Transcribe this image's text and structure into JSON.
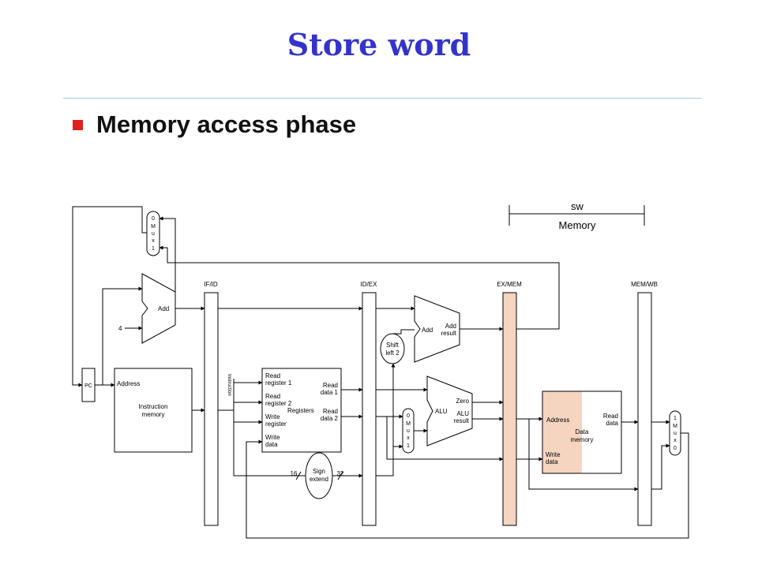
{
  "title": "Store word",
  "bullet": "Memory access phase",
  "colors": {
    "title": "#3333cc",
    "bullet": "#e0201a",
    "highlight": "#f5d5c0"
  },
  "stage_bracket": {
    "instruction": "sw",
    "stage": "Memory"
  },
  "pipeline_registers": [
    "IF/ID",
    "ID/EX",
    "EX/MEM",
    "MEM/WB"
  ],
  "pc": {
    "label": "PC"
  },
  "mux_if": {
    "top": "0",
    "m": "M",
    "u": "u",
    "x": "x",
    "bottom": "1"
  },
  "adder_if": {
    "label": "Add",
    "const": "4"
  },
  "instruction_memory": {
    "address": "Address",
    "name_line1": "Instruction",
    "name_line2": "memory",
    "instruction_field": "Instruction"
  },
  "registers": {
    "read_reg1_a": "Read",
    "read_reg1_b": "register 1",
    "read_reg2_a": "Read",
    "read_reg2_b": "register 2",
    "write_reg_a": "Write",
    "write_reg_b": "register",
    "write_data_a": "Write",
    "write_data_b": "data",
    "read_data1_a": "Read",
    "read_data1_b": "data 1",
    "read_data2_a": "Read",
    "read_data2_b": "data 2",
    "name": "Registers"
  },
  "sign_extend": {
    "line1": "Sign",
    "line2": "extend",
    "in_bits": "16",
    "out_bits": "32"
  },
  "shift_left": {
    "line1": "Shift",
    "line2": "left 2"
  },
  "adder_ex": {
    "label": "Add",
    "result_a": "Add",
    "result_b": "result"
  },
  "mux_ex": {
    "top": "0",
    "m": "M",
    "u": "u",
    "x": "x",
    "bottom": "1"
  },
  "alu": {
    "label": "ALU",
    "zero": "Zero",
    "result_a": "ALU",
    "result_b": "result"
  },
  "data_memory": {
    "address": "Address",
    "write_a": "Write",
    "write_b": "data",
    "name_a": "Data",
    "name_b": "memory",
    "read_a": "Read",
    "read_b": "data"
  },
  "mux_wb": {
    "top": "1",
    "m": "M",
    "u": "u",
    "x": "x",
    "bottom": "0"
  }
}
